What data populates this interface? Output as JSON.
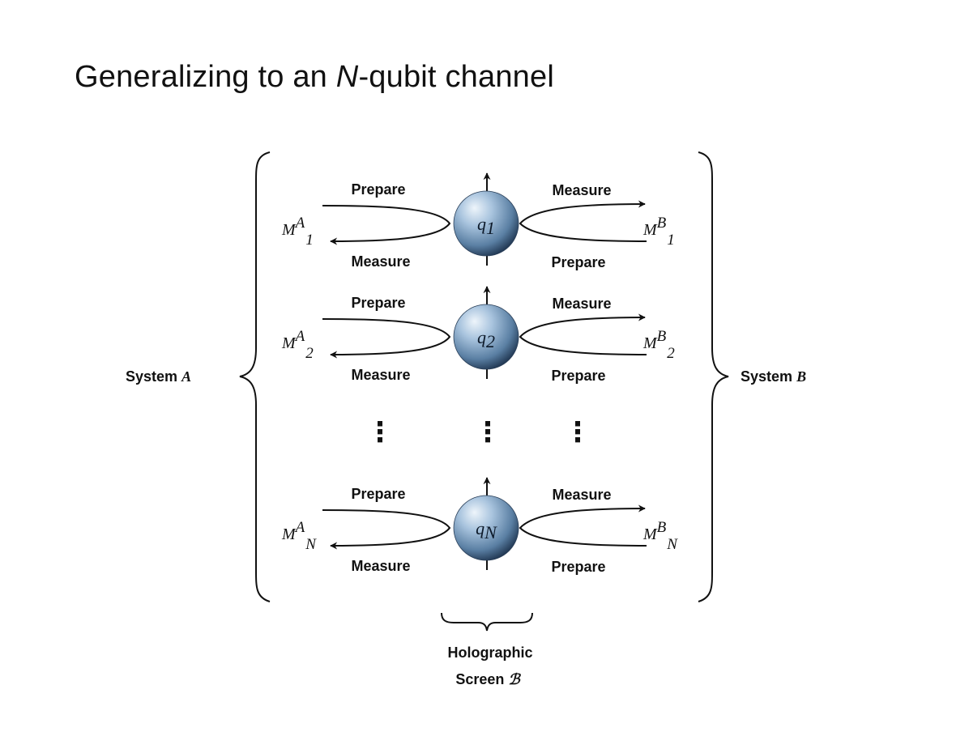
{
  "slide": {
    "title_pre": "Generalizing to an ",
    "title_n": "N",
    "title_post": "-qubit channel"
  },
  "diagram": {
    "system_a": {
      "word": "System",
      "letter": "A"
    },
    "system_b": {
      "word": "System",
      "letter": "B"
    },
    "screen": {
      "line1": "Holographic",
      "line2_word": "Screen",
      "line2_symbol": "ℬ"
    },
    "rows": [
      {
        "qubit_base": "q",
        "qubit_sub": "1",
        "left_top": "Prepare",
        "left_bottom": "Measure",
        "right_top": "Measure",
        "right_bottom": "Prepare",
        "ma_base": "M",
        "ma_sup": "A",
        "ma_sub": "1",
        "mb_base": "M",
        "mb_sup": "B",
        "mb_sub": "1"
      },
      {
        "qubit_base": "q",
        "qubit_sub": "2",
        "left_top": "Prepare",
        "left_bottom": "Measure",
        "right_top": "Measure",
        "right_bottom": "Prepare",
        "ma_base": "M",
        "ma_sup": "A",
        "ma_sub": "2",
        "mb_base": "M",
        "mb_sup": "B",
        "mb_sub": "2"
      },
      {
        "qubit_base": "q",
        "qubit_sub": "N",
        "left_top": "Prepare",
        "left_bottom": "Measure",
        "right_top": "Measure",
        "right_bottom": "Prepare",
        "ma_base": "M",
        "ma_sup": "A",
        "ma_sub": "N",
        "mb_base": "M",
        "mb_sup": "B",
        "mb_sub": "N"
      }
    ],
    "ellipsis": "⋮"
  },
  "colors": {
    "sphere_light": "#e8f2fa",
    "sphere_mid": "#7a9fc0",
    "sphere_dark": "#1f3550",
    "ink": "#111111"
  }
}
